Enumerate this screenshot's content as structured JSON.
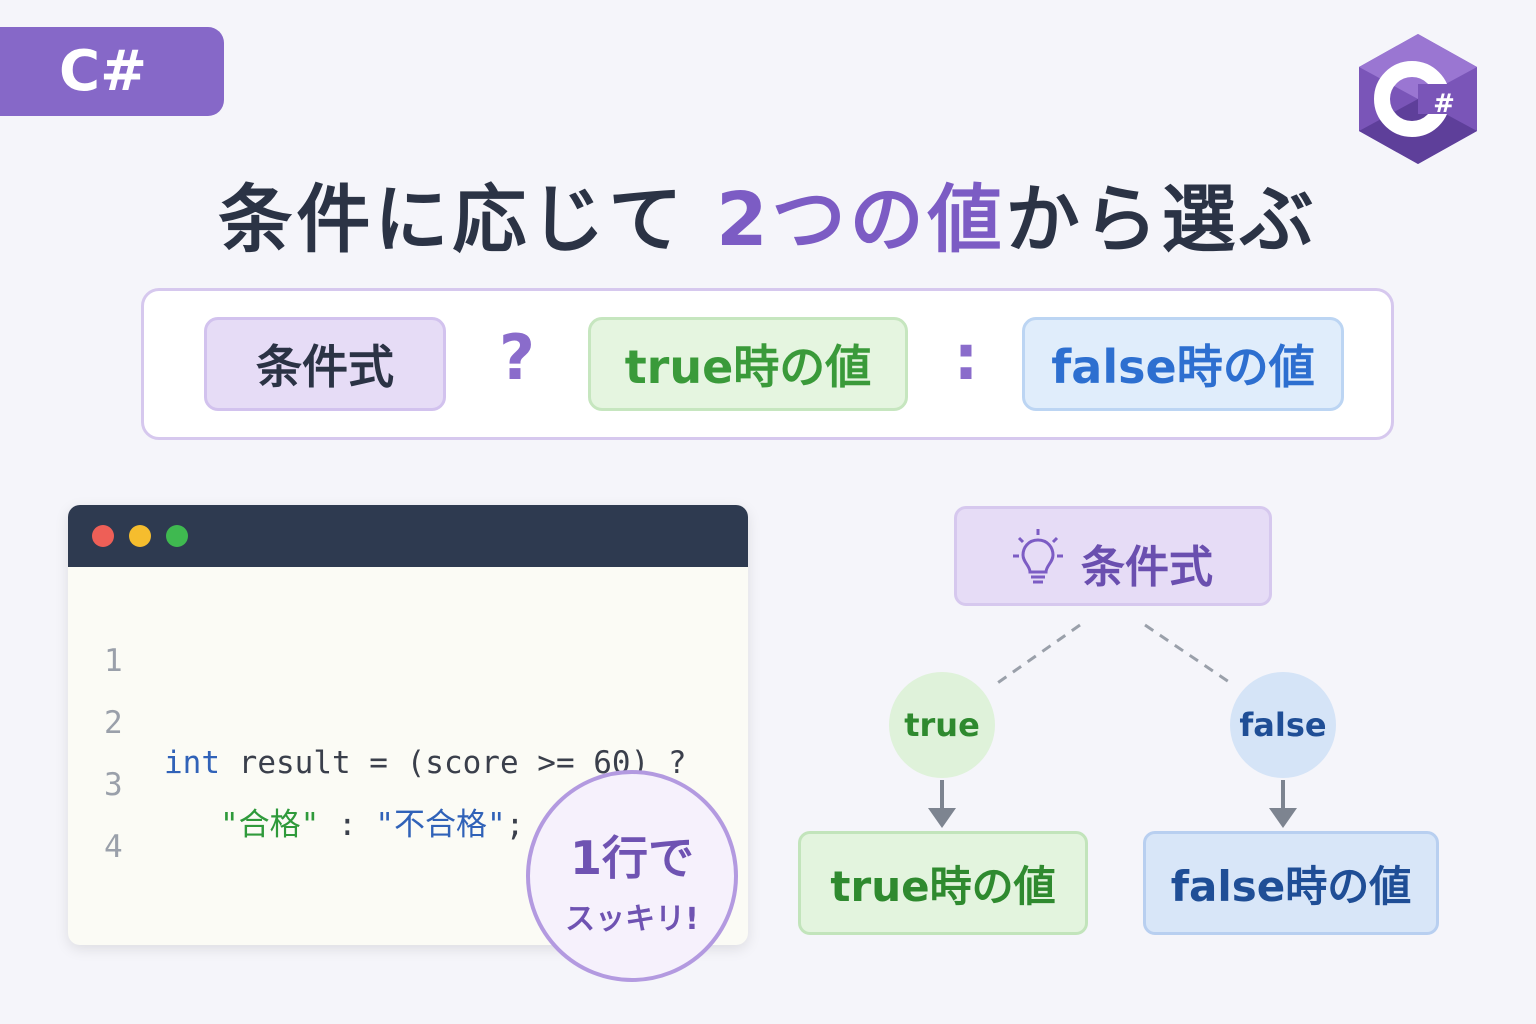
{
  "tag": {
    "label": "C#"
  },
  "logo": {
    "label": "C#",
    "colors": {
      "dark": "#5e3f9a",
      "mid": "#7a55b8",
      "light": "#9a76d2"
    }
  },
  "title": {
    "part1": "条件に応じて ",
    "highlight": "2つの値",
    "part2": "から選ぶ"
  },
  "syntax": {
    "condition": "条件式",
    "question": "?",
    "true_value": "true時の値",
    "colon": ":",
    "false_value": "false時の値"
  },
  "code_window": {
    "lines": [
      {
        "number": "1",
        "code": ""
      },
      {
        "number": "2",
        "keyword": "int",
        "rest": " result = (score >= 60) ?"
      },
      {
        "number": "3",
        "indent": "   ",
        "str1": "\"合格\"",
        "mid": " : ",
        "str2": "\"不合格\"",
        "end": ";"
      },
      {
        "number": "4",
        "code": ""
      }
    ],
    "badge": {
      "line1": "1行で",
      "line2": "スッキリ!"
    }
  },
  "flow": {
    "condition": "条件式",
    "true_branch": "true",
    "false_branch": "false",
    "true_result": "true時の値",
    "false_result": "false時の値"
  },
  "colors": {
    "accent": "#7c5cc4",
    "true_green": "#3a9a3a",
    "false_blue": "#2d6fd0",
    "titlebar": "#2e3a50"
  }
}
